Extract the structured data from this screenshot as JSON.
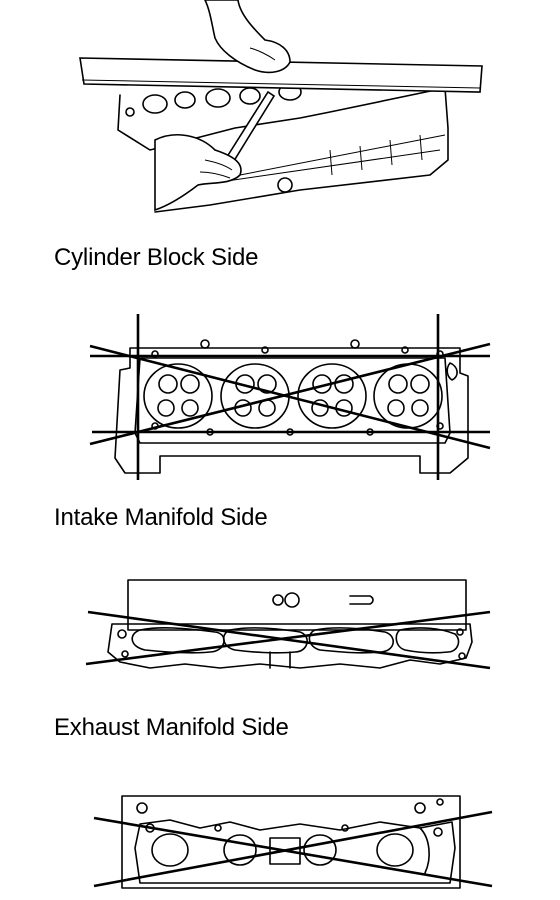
{
  "sections": [
    {
      "label": "Cylinder Block Side"
    },
    {
      "label": "Intake Manifold Side"
    },
    {
      "label": "Exhaust Manifold Side"
    }
  ]
}
